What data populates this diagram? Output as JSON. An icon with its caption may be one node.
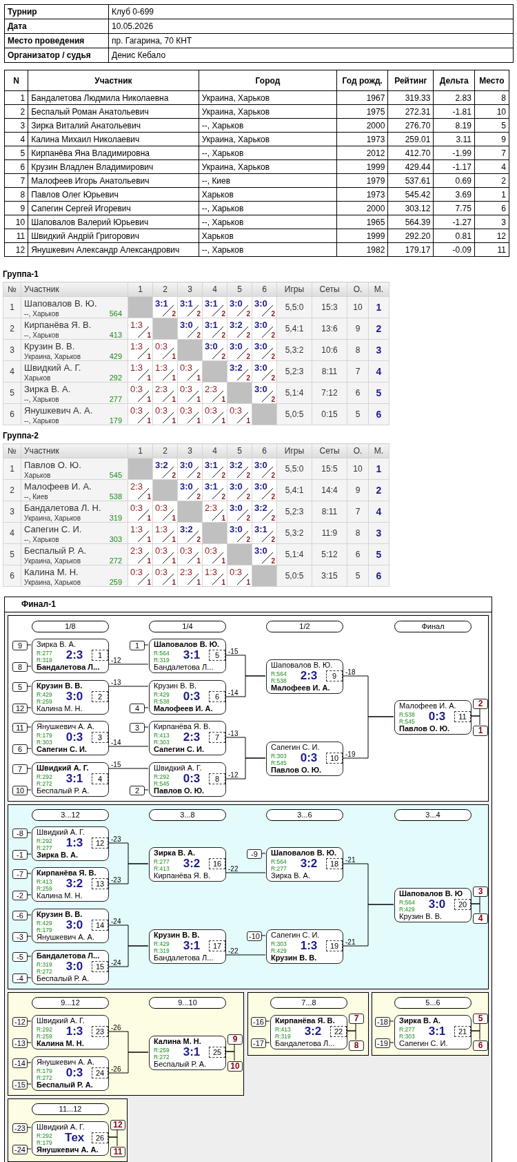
{
  "diagram": {
    "nodes": [
      {
        "text": [
          "Финал-1"
        ]
      },
      {
        "text": [],
        "shape": "box",
        "in": 0
      },
      {
        "text": [
          "1/8"
        ],
        "in": 1
      },
      {
        "text": [
          "1/4"
        ],
        "in": 1
      },
      {
        "text": [
          "1/2"
        ],
        "in": 1
      },
      {
        "text": [
          "Финал"
        ],
        "in": 1
      },
      {
        "text": [
          "9"
        ],
        "in": 1
      },
      {
        "text": [
          "8"
        ],
        "in": 1
      },
      {
        "text": [
          "Зирка В. А.",
          "R:277",
          "R:319",
          "2:3",
          "1",
          "Бандалетова Л..."
        ],
        "in": 1
      },
      {
        "text": [
          "5"
        ],
        "in": 1
      },
      {
        "text": [
          "12"
        ],
        "in": 1
      },
      {
        "text": [
          "Крузин В. В.",
          "R:429",
          "R:259",
          "3:0",
          "2",
          "Калина М. Н."
        ],
        "in": 1
      },
      {
        "text": [
          "11"
        ],
        "in": 1
      },
      {
        "text": [
          "6"
        ],
        "in": 1
      },
      {
        "text": [
          "Янушкевич А. А.",
          "R:179",
          "R:303",
          "0:3",
          "3",
          "Сапегин С. И."
        ],
        "in": 1
      },
      {
        "text": [
          "7"
        ],
        "in": 1
      },
      {
        "text": [
          "10"
        ],
        "in": 1
      },
      {
        "text": [
          "Швидкий А. Г.",
          "R:292",
          "R:272",
          "3:1",
          "4",
          "Беспалый Р. А."
        ],
        "in": 1
      },
      {
        "text": [
          "1"
        ],
        "in": 1
      },
      {
        "text": [
          "Шаповалов В. Ю.",
          "R:564",
          "R:319",
          "3:1",
          "5",
          "Бандалетова Л..."
        ],
        "in": 1
      },
      {
        "text": [
          "4"
        ],
        "in": 1
      },
      {
        "text": [
          "Крузин В. В.",
          "R:429",
          "R:538",
          "0:3",
          "6",
          "Малофеев И. А."
        ],
        "in": 1
      },
      {
        "text": [
          "3"
        ],
        "in": 1
      },
      {
        "text": [
          "Кирпанёва Я. В.",
          "R:413",
          "R:303",
          "2:3",
          "7",
          "Сапегин С. И."
        ],
        "in": 1
      },
      {
        "text": [
          "2"
        ],
        "in": 1
      },
      {
        "text": [
          "Швидкий А. Г.",
          "R:292",
          "R:545",
          "0:3",
          "8",
          "Павлов О. Ю."
        ],
        "in": 1
      },
      {
        "text": [
          "Шаповалов В. Ю.",
          "R:564",
          "R:538",
          "2:3",
          "9",
          "Малофеев И. А."
        ],
        "in": 1
      },
      {
        "text": [
          "Сапегин С. И.",
          "R:303",
          "R:545",
          "0:3",
          "10",
          "Павлов О. Ю."
        ],
        "in": 1
      },
      {
        "text": [
          "Малофеев И. А.",
          "R:538",
          "R:545",
          "0:3",
          "11",
          "Павлов О. Ю."
        ],
        "in": 1
      },
      {
        "text": [
          "2"
        ],
        "in": 1
      },
      {
        "text": [
          "1"
        ],
        "in": 1
      },
      {
        "text": [],
        "shape": "box",
        "in": 0
      },
      {
        "text": [
          "3...12"
        ],
        "in": 31
      },
      {
        "text": [
          "3...8"
        ],
        "in": 31
      },
      {
        "text": [
          "3...6"
        ],
        "in": 31
      },
      {
        "text": [
          "3...4"
        ],
        "in": 31
      },
      {
        "text": [
          "-8"
        ],
        "in": 31
      },
      {
        "text": [
          "-1"
        ],
        "in": 31
      },
      {
        "text": [
          "Швидкий А. Г.",
          "R:292",
          "R:277",
          "1:3",
          "12",
          "Зирка В. А."
        ],
        "in": 31
      },
      {
        "text": [
          "-7"
        ],
        "in": 31
      },
      {
        "text": [
          "-2"
        ],
        "in": 31
      },
      {
        "text": [
          "Кирпанёва Я. В.",
          "R:413",
          "R:259",
          "3:2",
          "13",
          "Калина М. Н."
        ],
        "in": 31
      },
      {
        "text": [
          "-6"
        ],
        "in": 31
      },
      {
        "text": [
          "-3"
        ],
        "in": 31
      },
      {
        "text": [
          "Крузин В. В.",
          "R:429",
          "R:179",
          "3:0",
          "14",
          "Янушкевич А. А."
        ],
        "in": 31
      },
      {
        "text": [
          "-5"
        ],
        "in": 31
      },
      {
        "text": [
          "-4"
        ],
        "in": 31
      },
      {
        "text": [
          "Бандалетова Л...",
          "R:319",
          "R:272",
          "3:0",
          "15",
          "Беспалый Р. А."
        ],
        "in": 31
      },
      {
        "text": [
          "Зирка В. А.",
          "R:277",
          "R:413",
          "3:2",
          "16",
          "Кирпанёва Я. В."
        ],
        "in": 31
      },
      {
        "text": [
          "Крузин В. В.",
          "R:429",
          "R:319",
          "3:1",
          "17",
          "Бандалетова Л..."
        ],
        "in": 31
      },
      {
        "text": [
          "-9"
        ],
        "in": 31
      },
      {
        "text": [
          "Шаповалов В. Ю.",
          "R:564",
          "R:277",
          "3:2",
          "18",
          "Зирка В. А."
        ],
        "in": 31
      },
      {
        "text": [
          "-10"
        ],
        "in": 31
      },
      {
        "text": [
          "Сапегин С. И.",
          "R:303",
          "R:429",
          "1:3",
          "19",
          "Крузин В. В."
        ],
        "in": 31
      },
      {
        "text": [
          "Шаповалов В. Ю",
          "R:564",
          "R:429",
          "3:0",
          "20",
          "Крузин В. В."
        ],
        "in": 31
      },
      {
        "text": [
          "3"
        ],
        "in": 31
      },
      {
        "text": [
          "4"
        ],
        "in": 31
      },
      {
        "text": [],
        "shape": "box",
        "in": 0
      },
      {
        "text": [
          "9...12"
        ],
        "in": 57
      },
      {
        "text": [
          "9...10"
        ],
        "in": 57
      },
      {
        "text": [
          "-12"
        ],
        "in": 57
      },
      {
        "text": [
          "-13"
        ],
        "in": 57
      },
      {
        "text": [
          "Швидкий А. Г.",
          "R:292",
          "R:259",
          "1:3",
          "23",
          "Калина М. Н."
        ],
        "in": 57
      },
      {
        "text": [
          "-14"
        ],
        "in": 57
      },
      {
        "text": [
          "-15"
        ],
        "in": 57
      },
      {
        "text": [
          "Янушкевич А. А.",
          "R:179",
          "R:272",
          "0:3",
          "24",
          "Беспалый Р. А."
        ],
        "in": 57
      },
      {
        "text": [
          "Калина М. Н.",
          "R:259",
          "R:272",
          "3:1",
          "25",
          "Беспалый Р. А."
        ],
        "in": 57
      },
      {
        "text": [
          "9"
        ],
        "in": 57
      },
      {
        "text": [
          "10"
        ],
        "in": 57
      },
      {
        "text": [],
        "shape": "box",
        "in": 0
      },
      {
        "text": [
          "7...8"
        ],
        "in": 69
      },
      {
        "text": [
          "-16"
        ],
        "in": 69
      },
      {
        "text": [
          "-17"
        ],
        "in": 69
      },
      {
        "text": [
          "Кирпанёва Я. В.",
          "R:413",
          "R:319",
          "3:2",
          "22",
          "Бандалетова Л..."
        ],
        "in": 69
      },
      {
        "text": [
          "7"
        ],
        "in": 69
      },
      {
        "text": [
          "8"
        ],
        "in": 69
      },
      {
        "text": [],
        "shape": "box",
        "in": 0
      },
      {
        "text": [
          "5...6"
        ],
        "in": 76
      },
      {
        "text": [
          "-18"
        ],
        "in": 76
      },
      {
        "text": [
          "-19"
        ],
        "in": 76
      },
      {
        "text": [
          "Зирка В. А.",
          "R:277",
          "R:303",
          "3:1",
          "21",
          "Сапегин С. И."
        ],
        "in": 76
      },
      {
        "text": [
          "5"
        ],
        "in": 76
      },
      {
        "text": [
          "6"
        ],
        "in": 76
      },
      {
        "text": [],
        "shape": "box",
        "in": 0
      },
      {
        "text": [
          "11...12"
        ],
        "in": 83
      },
      {
        "text": [
          "-23"
        ],
        "in": 83
      },
      {
        "text": [
          "-24"
        ],
        "in": 83
      },
      {
        "text": [
          "Швидкий А. Г.",
          "R:292",
          "R:179",
          "Тех",
          "26",
          "Янушкевич А. А."
        ],
        "in": 83
      },
      {
        "text": [
          "12"
        ],
        "in": 83
      },
      {
        "text": [
          "11"
        ],
        "in": 83
      }
    ],
    "edges": [
      {
        "from": 6,
        "to": 8,
        "arrow": "none"
      },
      {
        "from": 7,
        "to": 8,
        "arrow": "none"
      },
      {
        "from": 9,
        "to": 11,
        "arrow": "none"
      },
      {
        "from": 10,
        "to": 11,
        "arrow": "none"
      },
      {
        "from": 12,
        "to": 14,
        "arrow": "none"
      },
      {
        "from": 13,
        "to": 14,
        "arrow": "none"
      },
      {
        "from": 15,
        "to": 17,
        "arrow": "none"
      },
      {
        "from": 16,
        "to": 17,
        "arrow": "none"
      },
      {
        "from": 18,
        "to": 19,
        "arrow": "none"
      },
      {
        "from": 20,
        "to": 21,
        "arrow": "none"
      },
      {
        "from": 22,
        "to": 23,
        "arrow": "none"
      },
      {
        "from": 24,
        "to": 25,
        "arrow": "none"
      },
      {
        "from": 36,
        "to": 38,
        "arrow": "none"
      },
      {
        "from": 37,
        "to": 38,
        "arrow": "none"
      },
      {
        "from": 39,
        "to": 41,
        "arrow": "none"
      },
      {
        "from": 40,
        "to": 41,
        "arrow": "none"
      },
      {
        "from": 42,
        "to": 44,
        "arrow": "none"
      },
      {
        "from": 43,
        "to": 44,
        "arrow": "none"
      },
      {
        "from": 45,
        "to": 47,
        "arrow": "none"
      },
      {
        "from": 46,
        "to": 47,
        "arrow": "none"
      },
      {
        "from": 50,
        "to": 51,
        "arrow": "none"
      },
      {
        "from": 52,
        "to": 53,
        "arrow": "none"
      },
      {
        "from": 60,
        "to": 62,
        "arrow": "none"
      },
      {
        "from": 61,
        "to": 62,
        "arrow": "none"
      },
      {
        "from": 63,
        "to": 65,
        "arrow": "none"
      },
      {
        "from": 64,
        "to": 65,
        "arrow": "none"
      },
      {
        "from": 71,
        "to": 73,
        "arrow": "none"
      },
      {
        "from": 72,
        "to": 73,
        "arrow": "none"
      },
      {
        "from": 78,
        "to": 80,
        "arrow": "none"
      },
      {
        "from": 79,
        "to": 80,
        "arrow": "none"
      },
      {
        "from": 85,
        "to": 87,
        "arrow": "none"
      },
      {
        "from": 86,
        "to": 87,
        "arrow": "none"
      },
      {
        "from": 8,
        "to": 19,
        "arrow": "none",
        "label": "-12"
      },
      {
        "from": 11,
        "to": 21,
        "arrow": "none",
        "label": "-13"
      },
      {
        "from": 14,
        "to": 23,
        "arrow": "none",
        "label": "-14"
      },
      {
        "from": 17,
        "to": 25,
        "arrow": "none",
        "label": "-15"
      },
      {
        "from": 19,
        "to": 26,
        "arrow": "none",
        "label": "-15"
      },
      {
        "from": 21,
        "to": 26,
        "arrow": "none",
        "label": "-14"
      },
      {
        "from": 23,
        "to": 27,
        "arrow": "none",
        "label": "-13"
      },
      {
        "from": 25,
        "to": 27,
        "arrow": "none",
        "label": "-12"
      },
      {
        "from": 26,
        "to": 28,
        "arrow": "none",
        "label": "-18"
      },
      {
        "from": 27,
        "to": 28,
        "arrow": "none",
        "label": "-19"
      },
      {
        "from": 38,
        "to": 48,
        "arrow": "none",
        "label": "-23"
      },
      {
        "from": 41,
        "to": 48,
        "arrow": "none",
        "label": "-23"
      },
      {
        "from": 44,
        "to": 49,
        "arrow": "none",
        "label": "-24"
      },
      {
        "from": 47,
        "to": 49,
        "arrow": "none",
        "label": "-24"
      },
      {
        "from": 48,
        "to": 51,
        "arrow": "none",
        "label": "-22"
      },
      {
        "from": 49,
        "to": 53,
        "arrow": "none",
        "label": "-22"
      },
      {
        "from": 51,
        "to": 54,
        "arrow": "none",
        "label": "-21"
      },
      {
        "from": 53,
        "to": 54,
        "arrow": "none",
        "label": "-21"
      },
      {
        "from": 62,
        "to": 66,
        "arrow": "none",
        "label": "-26"
      },
      {
        "from": 65,
        "to": 66,
        "arrow": "none",
        "label": "-26"
      },
      {
        "from": 28,
        "to": 29,
        "arrow": "none"
      },
      {
        "from": 28,
        "to": 30,
        "arrow": "none"
      },
      {
        "from": 54,
        "to": 55,
        "arrow": "none"
      },
      {
        "from": 54,
        "to": 56,
        "arrow": "none"
      },
      {
        "from": 66,
        "to": 67,
        "arrow": "none"
      },
      {
        "from": 66,
        "to": 68,
        "arrow": "none"
      },
      {
        "from": 73,
        "to": 74,
        "arrow": "none"
      },
      {
        "from": 73,
        "to": 75,
        "arrow": "none"
      },
      {
        "from": 80,
        "to": 81,
        "arrow": "none"
      },
      {
        "from": 80,
        "to": 82,
        "arrow": "none"
      },
      {
        "from": 87,
        "to": 88,
        "arrow": "none"
      },
      {
        "from": 87,
        "to": 89,
        "arrow": "none"
      }
    ],
    "labels": [
      "Турнир",
      "Клуб 0-699",
      "Дата",
      "10.05.2026",
      "Место проведения",
      "пр. Гагарина, 70 КНТ",
      "Организатор / судья",
      "Денис Кебало",
      "N",
      "Участник",
      "Город",
      "Год рожд.",
      "Рейтинг",
      "Дельта",
      "Место",
      "1",
      "Бандалетова Людмила Николаевна",
      "Украина, Харьков",
      "1967",
      "319.33",
      "2.83",
      "8",
      "2",
      "Беспалый Роман Анатольевич",
      "Украина, Харьков",
      "1975",
      "272.31",
      "-1.81",
      "10",
      "3",
      "Зирка Виталий Анатольевич",
      "--, Харьков",
      "2000",
      "276.70",
      "8.19",
      "5",
      "4",
      "Калина Михаил Николаевич",
      "Украина, Харьков",
      "1973",
      "259.01",
      "3.11",
      "9",
      "5",
      "Кирпанёва Яна Владимировна",
      "--, Харьков",
      "2012",
      "412.70",
      "-1.99",
      "7",
      "6",
      "Крузин Владлен Владимирович",
      "Украина, Харьков",
      "1999",
      "429.44",
      "-1.17",
      "4",
      "7",
      "Малофеев Игорь Анатольевич",
      "--, Киев",
      "1979",
      "537.61",
      "0.69",
      "2",
      "8",
      "Павлов Олег Юрьевич",
      "Харьков",
      "1973",
      "545.42",
      "3.69",
      "1",
      "9",
      "Сапегин Сергей Игоревич",
      "--, Харьков",
      "2000",
      "303.12",
      "7.75",
      "6",
      "10",
      "Шаповалов Валерий Юрьевич",
      "--, Харьков",
      "1965",
      "564.39",
      "-1.27",
      "3",
      "11",
      "Швидкий Андрій Григорович",
      "Харьков",
      "1999",
      "292.20",
      "0.81",
      "12",
      "12",
      "Янушкевич Александр Александрович",
      "--, Харьков",
      "1982",
      "179.17",
      "-0.09",
      "11",
      "Группа-1",
      "№",
      "Участник",
      "1",
      "2",
      "3",
      "4",
      "5",
      "6",
      "Игры",
      "Сеты",
      "О.",
      "М.",
      "1",
      "Шаповалов В. Ю.",
      "--, Харьков",
      "564",
      "3:1",
      "2",
      "3:1",
      "2",
      "3:1",
      "2",
      "3:0",
      "2",
      "3:0",
      "2",
      "5,5:0",
      "15:3",
      "10",
      "1",
      "2",
      "Кирпанёва Я. В.",
      "--, Харьков",
      "413",
      "1:3",
      "1",
      "3:0",
      "2",
      "3:1",
      "2",
      "3:2",
      "2",
      "3:0",
      "2",
      "5,4:1",
      "13:6",
      "9",
      "2",
      "3",
      "Крузин В. В.",
      "Украина, Харьков",
      "429",
      "1:3",
      "1",
      "0:3",
      "1",
      "3:0",
      "2",
      "3:0",
      "2",
      "3:0",
      "2",
      "5,3:2",
      "10:6",
      "8",
      "3",
      "4",
      "Швидкий А. Г.",
      "Харьков",
      "292",
      "1:3",
      "1",
      "1:3",
      "1",
      "0:3",
      "1",
      "3:2",
      "2",
      "3:0",
      "2",
      "5,2:3",
      "8:11",
      "7",
      "4",
      "5",
      "Зирка В. А.",
      "--, Харьков",
      "277",
      "0:3",
      "1",
      "2:3",
      "1",
      "0:3",
      "1",
      "2:3",
      "1",
      "3:0",
      "2",
      "5,1:4",
      "7:12",
      "6",
      "5",
      "6",
      "Янушкевич А. А.",
      "--, Харьков",
      "179",
      "0:3",
      "1",
      "0:3",
      "1",
      "0:3",
      "1",
      "0:3",
      "1",
      "0:3",
      "1",
      "5,0:5",
      "0:15",
      "5",
      "6",
      "Группа-2",
      "№",
      "Участник",
      "1",
      "2",
      "3",
      "4",
      "5",
      "6",
      "Игры",
      "Сеты",
      "О.",
      "М.",
      "1",
      "Павлов О. Ю.",
      "Харьков",
      "545",
      "3:2",
      "2",
      "3:0",
      "2",
      "3:1",
      "2",
      "3:2",
      "2",
      "3:0",
      "2",
      "5,5:0",
      "15:5",
      "10",
      "1",
      "2",
      "Малофеев И. А.",
      "--, Киев",
      "538",
      "2:3",
      "1",
      "3:0",
      "2",
      "3:1",
      "2",
      "3:0",
      "2",
      "3:0",
      "2",
      "5,4:1",
      "14:4",
      "9",
      "2",
      "3",
      "Бандалетова Л. Н.",
      "Украина, Харьков",
      "319",
      "0:3",
      "1",
      "0:3",
      "1",
      "2:3",
      "1",
      "3:0",
      "2",
      "3:2",
      "2",
      "5,2:3",
      "8:11",
      "7",
      "4",
      "4",
      "Сапегин С. И.",
      "--, Харьков",
      "303",
      "1:3",
      "1",
      "1:3",
      "1",
      "3:2",
      "2",
      "3:0",
      "2",
      "3:1",
      "2",
      "5,3:2",
      "11:9",
      "8",
      "3",
      "5",
      "Беспалый Р. А.",
      "Украина, Харьков",
      "272",
      "2:3",
      "1",
      "0:3",
      "1",
      "0:3",
      "1",
      "0:3",
      "1",
      "3:0",
      "2",
      "5,1:4",
      "5:12",
      "6",
      "5",
      "6",
      "Калина М. Н.",
      "Украина, Харьков",
      "259",
      "0:3",
      "1",
      "0:3",
      "1",
      "2:3",
      "1",
      "1:3",
      "1",
      "0:3",
      "1",
      "5,0:5",
      "3:15",
      "5",
      "6"
    ]
  }
}
